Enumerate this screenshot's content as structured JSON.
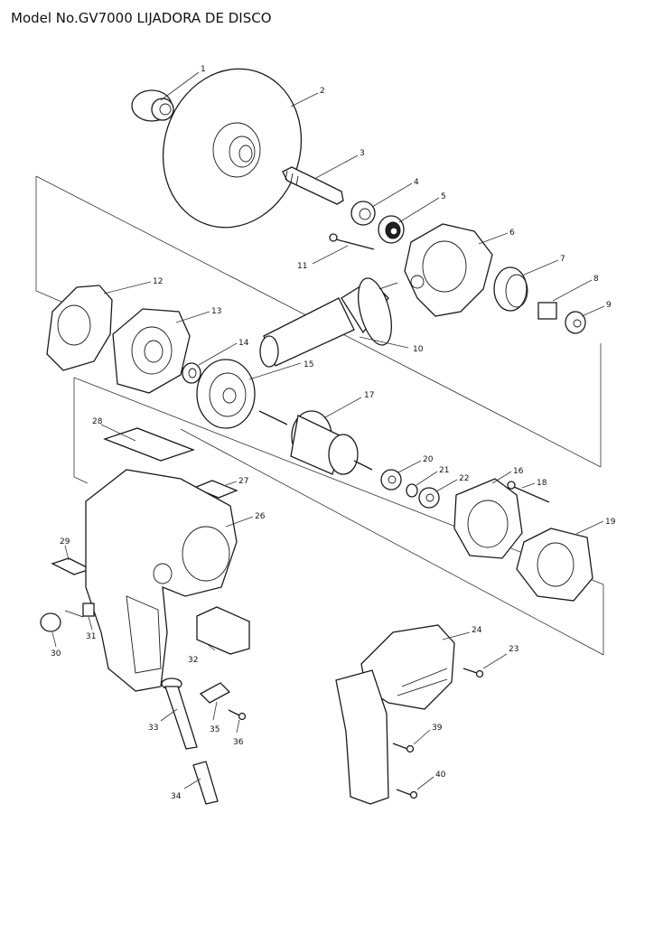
{
  "title": "Model No.GV7000 LIJADORA DE DISCO",
  "part_numbers": [
    "1",
    "2",
    "3",
    "4",
    "5",
    "6",
    "7",
    "8",
    "9",
    "10",
    "11",
    "12",
    "13",
    "14",
    "15",
    "16",
    "17",
    "18",
    "19",
    "20",
    "21",
    "22",
    "23",
    "24",
    "26",
    "27",
    "28",
    "29",
    "30",
    "31",
    "32",
    "33",
    "34",
    "35",
    "36",
    "39",
    "40"
  ]
}
